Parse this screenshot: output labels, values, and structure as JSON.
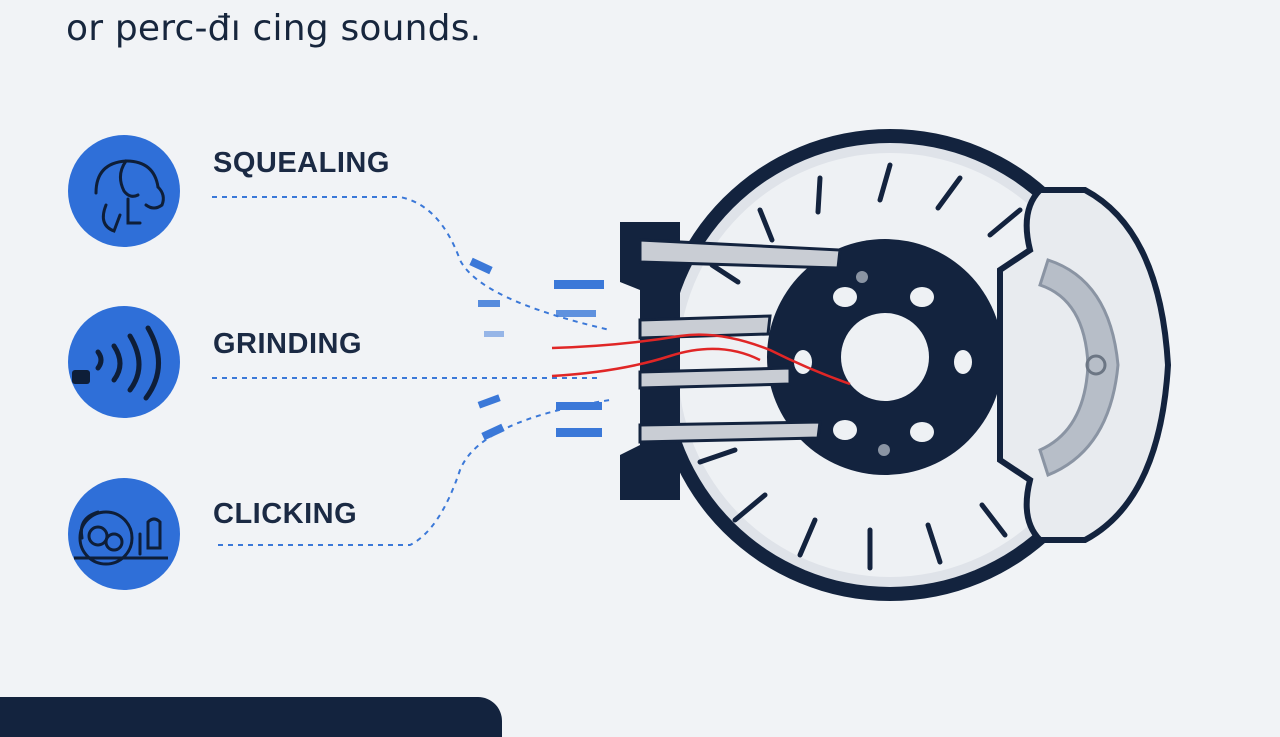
{
  "headline": "or perc-đı cing sounds.",
  "sounds": [
    {
      "label": "SQUEALING",
      "icon": "ear-head-icon"
    },
    {
      "label": "GRINDING",
      "icon": "sound-waves-icon"
    },
    {
      "label": "CLICKING",
      "icon": "clicking-person-icon"
    }
  ],
  "colors": {
    "accent": "#2f6fd8",
    "dark": "#13233e",
    "signal": "#e02626",
    "background": "#f1f3f6"
  }
}
